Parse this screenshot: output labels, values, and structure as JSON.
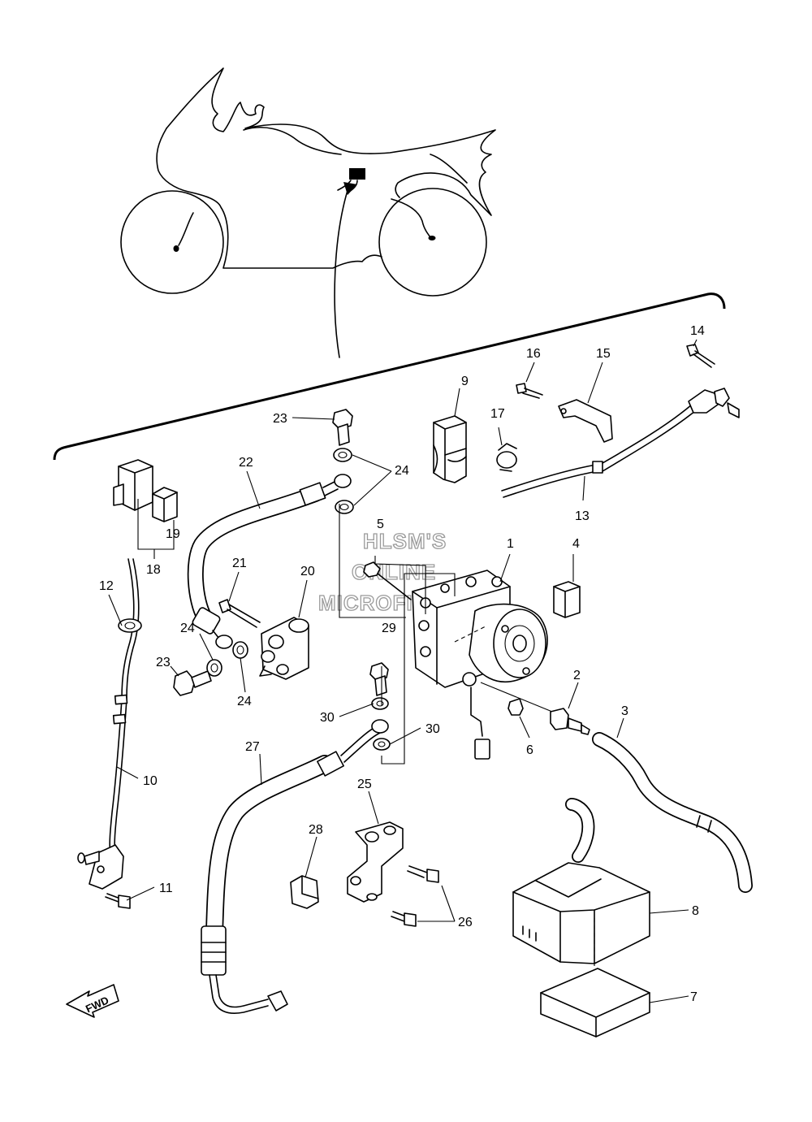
{
  "watermark": {
    "line1": "HLSM'S",
    "line2": "ONLINE",
    "line3": "MICROFICHE"
  },
  "direction_arrow": {
    "label": "FWD"
  },
  "callouts": [
    {
      "num": "1"
    },
    {
      "num": "2"
    },
    {
      "num": "3"
    },
    {
      "num": "4"
    },
    {
      "num": "5"
    },
    {
      "num": "6"
    },
    {
      "num": "7"
    },
    {
      "num": "8"
    },
    {
      "num": "9"
    },
    {
      "num": "10"
    },
    {
      "num": "11"
    },
    {
      "num": "12"
    },
    {
      "num": "13"
    },
    {
      "num": "14"
    },
    {
      "num": "15"
    },
    {
      "num": "16"
    },
    {
      "num": "17"
    },
    {
      "num": "18"
    },
    {
      "num": "19"
    },
    {
      "num": "20"
    },
    {
      "num": "21"
    },
    {
      "num": "22"
    },
    {
      "num": "23"
    },
    {
      "num": "23"
    },
    {
      "num": "24"
    },
    {
      "num": "24"
    },
    {
      "num": "24"
    },
    {
      "num": "25"
    },
    {
      "num": "26"
    },
    {
      "num": "27"
    },
    {
      "num": "28"
    },
    {
      "num": "29"
    },
    {
      "num": "30"
    },
    {
      "num": "30"
    }
  ]
}
